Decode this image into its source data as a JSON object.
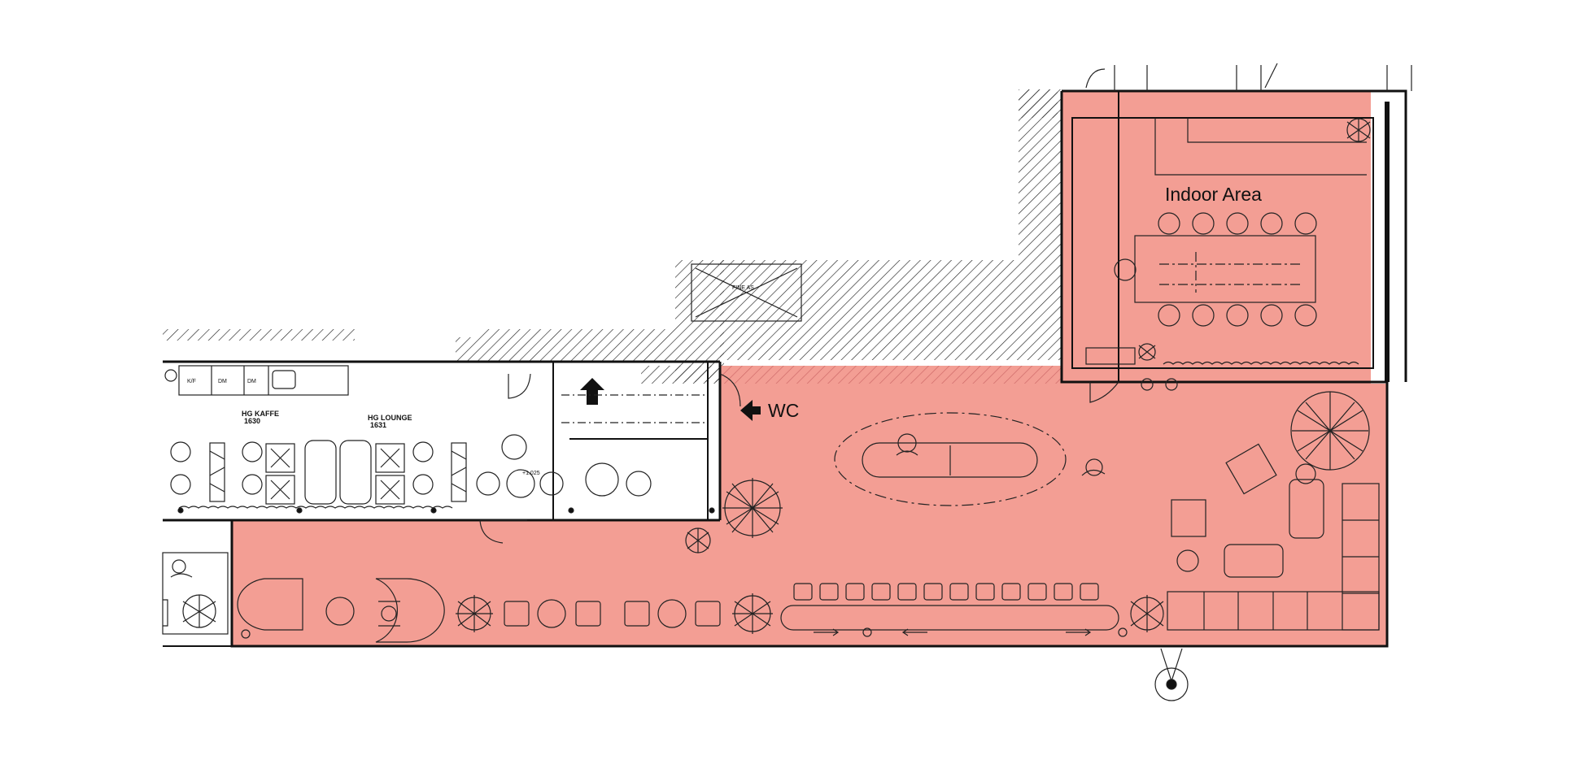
{
  "plan": {
    "highlight_color": "#f39e94",
    "labels": {
      "indoor_area": "Indoor Area",
      "wc": "WC",
      "hg_kaffe": "HG KAFFE",
      "hg_kaffe_num": "1630",
      "hg_lounge": "HG LOUNGE",
      "hg_lounge_num": "1631",
      "kf": "K/F",
      "dm1": "DM",
      "dm2": "DM",
      "level": "+1.025",
      "hatch_note": "FINE AS"
    }
  }
}
